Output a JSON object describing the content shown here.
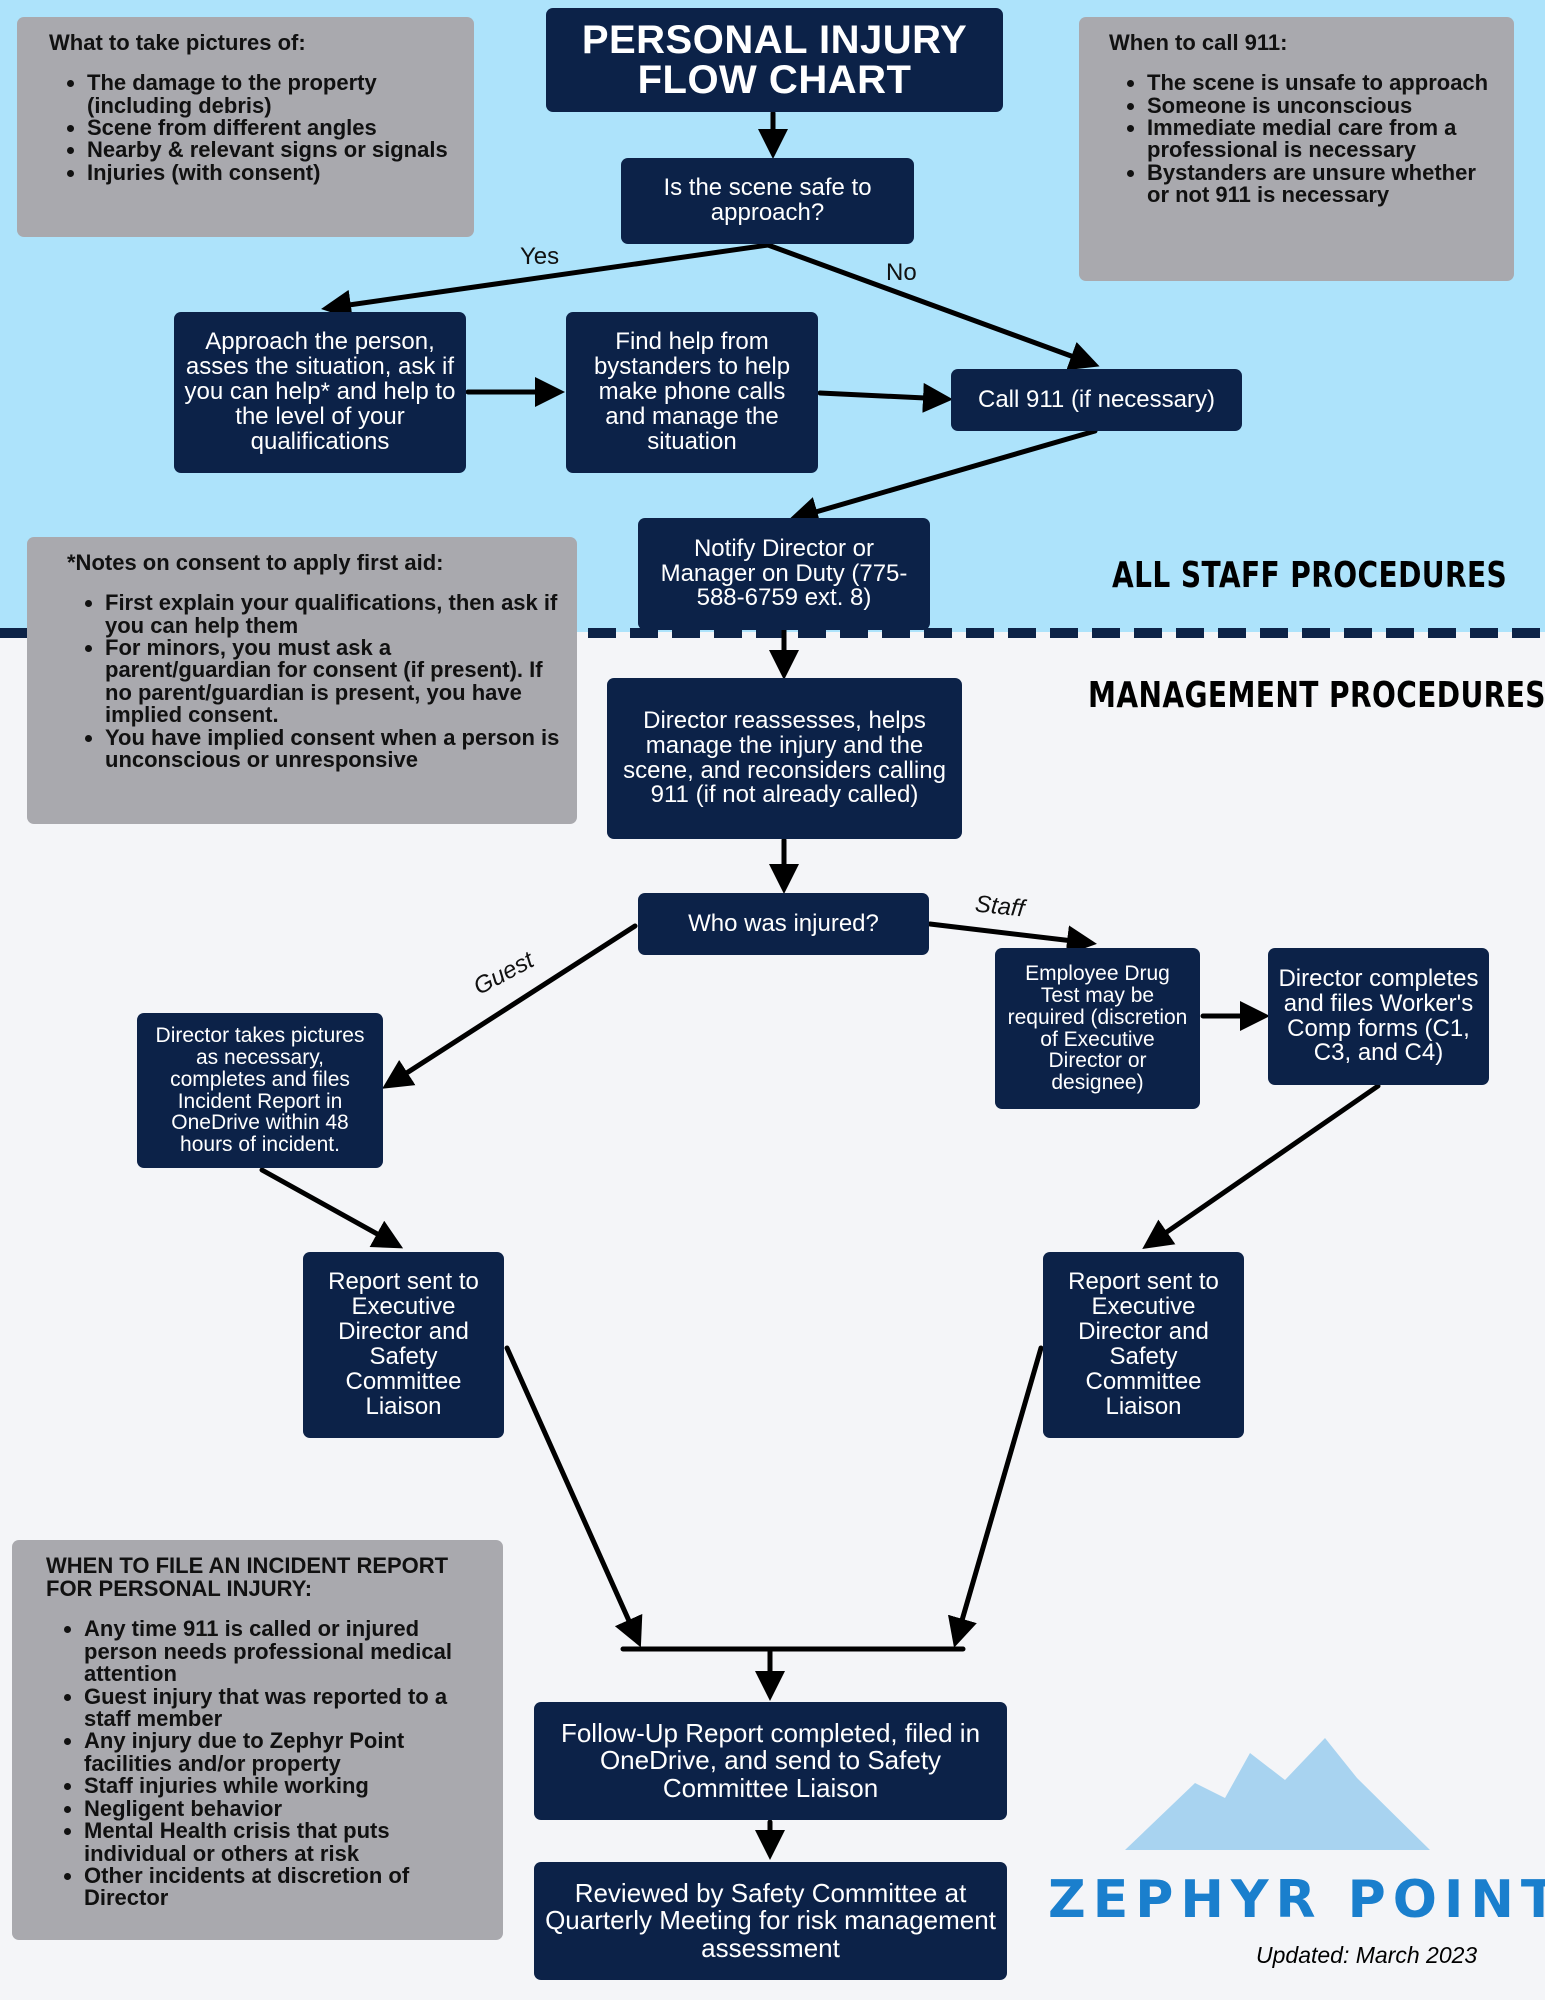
{
  "title": {
    "line1": "PERSONAL INJURY",
    "line2": "FLOW CHART"
  },
  "sections": {
    "staff": "ALL STAFF PROCEDURES",
    "management": "MANAGEMENT PROCEDURES"
  },
  "notes": {
    "pictures": {
      "title": "What to take pictures of:",
      "items": [
        "The damage to the property (including debris)",
        "Scene from different angles",
        "Nearby & relevant signs or signals",
        "Injuries (with consent)"
      ]
    },
    "call911": {
      "title": "When to call 911:",
      "items": [
        "The scene is unsafe to approach",
        "Someone is unconscious",
        "Immediate medial care from a professional is necessary",
        "Bystanders are unsure whether or not 911 is necessary"
      ]
    },
    "consent": {
      "title": "*Notes on consent to apply first aid:",
      "items": [
        "First explain your qualifications, then ask if you can help them",
        "For minors, you must ask a parent/guardian for consent (if present). If no parent/guardian is present, you have implied consent.",
        "You have implied consent when a person is unconscious or unresponsive"
      ]
    },
    "incident": {
      "title": "WHEN TO FILE AN INCIDENT REPORT FOR PERSONAL INJURY:",
      "items": [
        "Any time 911 is called or injured person needs professional medical attention",
        "Guest injury that was reported to a staff member",
        "Any injury due to Zephyr Point facilities and/or property",
        "Staff injuries while working",
        "Negligent behavior",
        "Mental Health crisis that puts individual or others at risk",
        "Other incidents at discretion of Director"
      ]
    }
  },
  "nodes": {
    "safe": "Is the scene safe to approach?",
    "approach": "Approach the person, asses the situation, ask if you can help* and help to the level of your qualifications",
    "bystanders": "Find help from bystanders to help make phone calls and manage the situation",
    "call911": "Call 911 (if necessary)",
    "notify": "Notify Director or Manager on Duty (775-588-6759 ext. 8)",
    "reassess": "Director reassesses, helps manage the injury and the scene, and reconsiders calling 911 (if not already called)",
    "who": "Who was injured?",
    "guest_pics": "Director takes pictures as necessary, completes and files Incident Report in OneDrive within 48 hours of incident.",
    "drug_test": "Employee Drug Test may be required (discretion of Executive Director or designee)",
    "workers_comp": "Director completes and files Worker's Comp forms (C1, C3, and C4)",
    "report_left": "Report sent to Executive Director and Safety Committee Liaison",
    "report_right": "Report sent to Executive Director and Safety Committee Liaison",
    "followup": "Follow-Up Report completed, filed in OneDrive, and send to Safety Committee Liaison",
    "reviewed": "Reviewed by Safety Committee at Quarterly Meeting for risk management assessment"
  },
  "edge_labels": {
    "yes": "Yes",
    "no": "No",
    "guest": "Guest",
    "staff": "Staff"
  },
  "logo": {
    "name": "ZEPHYR POINT",
    "icon": "mountain-icon",
    "color": "#1a7fcd",
    "mountain_color": "#a8d3f0"
  },
  "updated": "Updated: March 2023",
  "colors": {
    "box": "#0c2248",
    "top_background": "#ade3fb",
    "bottom_background": "#f4f5f8",
    "note": "#a9a9ae"
  }
}
